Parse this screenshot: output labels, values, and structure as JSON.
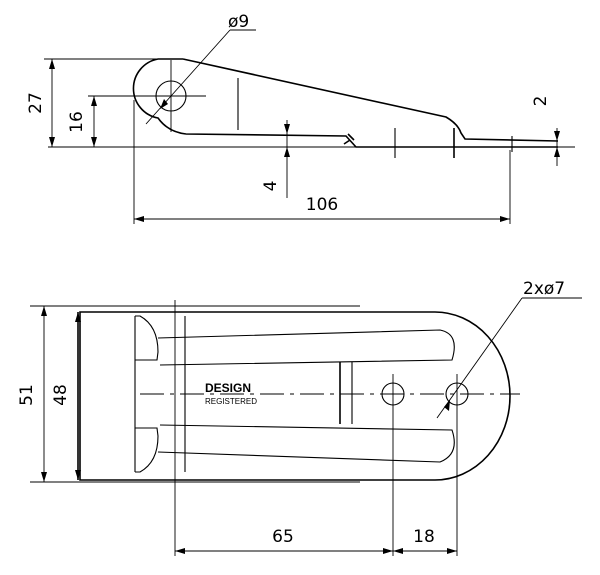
{
  "top_view": {
    "dimensions": {
      "hole_diameter": "ø9",
      "height_overall": "27",
      "height_hole": "16",
      "offset_small": "4",
      "thickness": "2",
      "length_overall": "106"
    }
  },
  "plan_view": {
    "dimensions": {
      "width_overall": "51",
      "width_inner": "48",
      "holes_callout": "2xø7",
      "distance_to_hole": "65",
      "hole_spacing": "18"
    },
    "stamp": {
      "line1": "DESIGN",
      "line2": "REGISTERED"
    }
  }
}
